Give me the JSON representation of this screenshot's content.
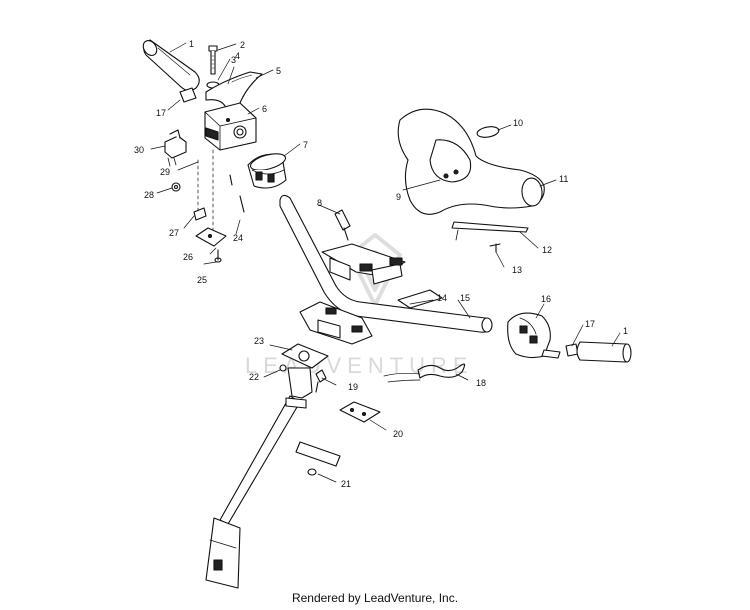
{
  "callouts": [
    {
      "id": "c1a",
      "label": "1"
    },
    {
      "id": "c2",
      "label": "2"
    },
    {
      "id": "c3",
      "label": "3"
    },
    {
      "id": "c4",
      "label": "4"
    },
    {
      "id": "c5",
      "label": "5"
    },
    {
      "id": "c6",
      "label": "6"
    },
    {
      "id": "c7",
      "label": "7"
    },
    {
      "id": "c8",
      "label": "8"
    },
    {
      "id": "c9",
      "label": "9"
    },
    {
      "id": "c10",
      "label": "10"
    },
    {
      "id": "c11",
      "label": "11"
    },
    {
      "id": "c12",
      "label": "12"
    },
    {
      "id": "c13",
      "label": "13"
    },
    {
      "id": "c14",
      "label": "14"
    },
    {
      "id": "c15",
      "label": "15"
    },
    {
      "id": "c16",
      "label": "16"
    },
    {
      "id": "c17a",
      "label": "17"
    },
    {
      "id": "c17b",
      "label": "17"
    },
    {
      "id": "c1b",
      "label": "1"
    },
    {
      "id": "c18",
      "label": "18"
    },
    {
      "id": "c19",
      "label": "19"
    },
    {
      "id": "c20",
      "label": "20"
    },
    {
      "id": "c21",
      "label": "21"
    },
    {
      "id": "c22",
      "label": "22"
    },
    {
      "id": "c23",
      "label": "23"
    },
    {
      "id": "c24",
      "label": "24"
    },
    {
      "id": "c25",
      "label": "25"
    },
    {
      "id": "c26",
      "label": "26"
    },
    {
      "id": "c27",
      "label": "27"
    },
    {
      "id": "c28",
      "label": "28"
    },
    {
      "id": "c29",
      "label": "29"
    },
    {
      "id": "c30",
      "label": "30"
    }
  ],
  "watermark": "LEADVENTURE",
  "footer": "Rendered by LeadVenture, Inc."
}
